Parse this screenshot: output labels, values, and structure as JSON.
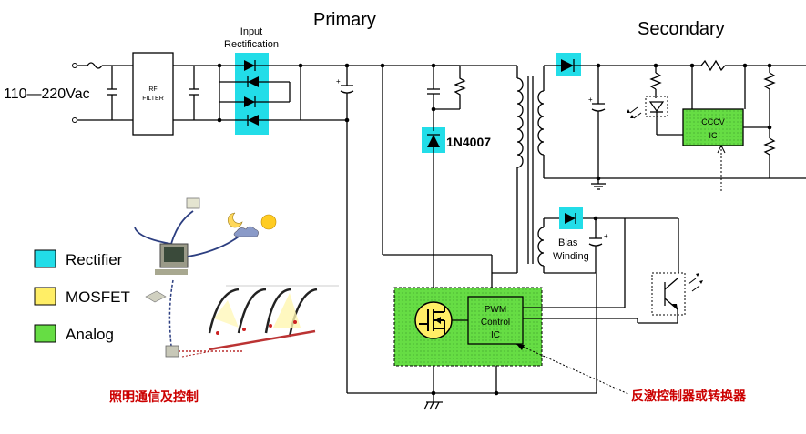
{
  "labels": {
    "primary": "Primary",
    "secondary": "Secondary",
    "input_rect_line1": "Input",
    "input_rect_line2": "Rectification",
    "vac": "110—220Vac",
    "rf_line1": "RF",
    "rf_line2": "FILTER",
    "diode_1n4007": "1N4007",
    "bias_line1": "Bias",
    "bias_line2": "Winding",
    "cccv_line1": "CCCV",
    "cccv_line2": "IC",
    "pwm_line1": "PWM",
    "pwm_line2": "Control",
    "pwm_line3": "IC",
    "lighting_caption": "照明通信及控制",
    "flyback_caption": "反激控制器或转换器"
  },
  "legend": [
    {
      "label": "Rectifier",
      "color": "#22dde8"
    },
    {
      "label": "MOSFET",
      "color": "#ffee66"
    },
    {
      "label": "Analog",
      "color": "#66dd44"
    }
  ],
  "colors": {
    "rectifier": "#22dde8",
    "mosfet": "#ffee66",
    "analog": "#66dd44",
    "caption": "#cc0000"
  }
}
